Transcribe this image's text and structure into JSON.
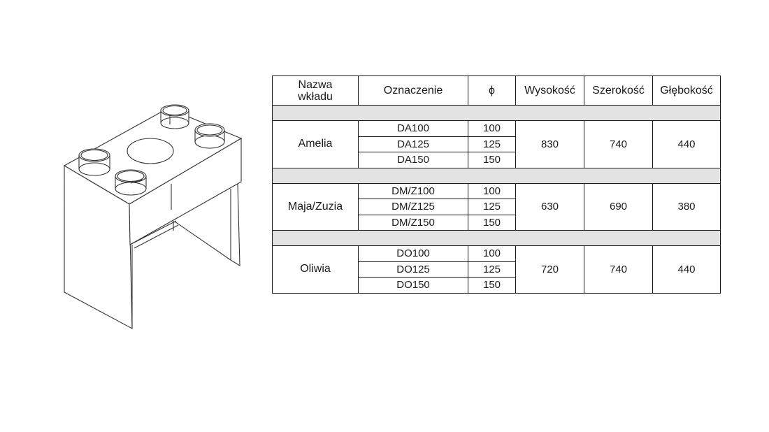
{
  "table": {
    "headers": [
      "Nazwa\nwkładu",
      "Oznaczenie",
      "ϕ",
      "Wysokość",
      "Szerokość",
      "Głębokość"
    ],
    "groups": [
      {
        "name": "Amelia",
        "rows": [
          {
            "code": "DA100",
            "diameter": "100"
          },
          {
            "code": "DA125",
            "diameter": "125"
          },
          {
            "code": "DA150",
            "diameter": "150"
          }
        ],
        "height": "830",
        "width": "740",
        "depth": "440"
      },
      {
        "name": "Maja/Zuzia",
        "rows": [
          {
            "code": "DM/Z100",
            "diameter": "100"
          },
          {
            "code": "DM/Z125",
            "diameter": "125"
          },
          {
            "code": "DM/Z150",
            "diameter": "150"
          }
        ],
        "height": "630",
        "width": "690",
        "depth": "380"
      },
      {
        "name": "Oliwia",
        "rows": [
          {
            "code": "DO100",
            "diameter": "100"
          },
          {
            "code": "DO125",
            "diameter": "125"
          },
          {
            "code": "DO150",
            "diameter": "150"
          }
        ],
        "height": "720",
        "width": "740",
        "depth": "440"
      }
    ]
  },
  "colors": {
    "border": "#1a1a1a",
    "separator": "#e3e3e3"
  },
  "drawing": {
    "subject": "fireplace-insert-housing-with-four-duct-outlets"
  }
}
